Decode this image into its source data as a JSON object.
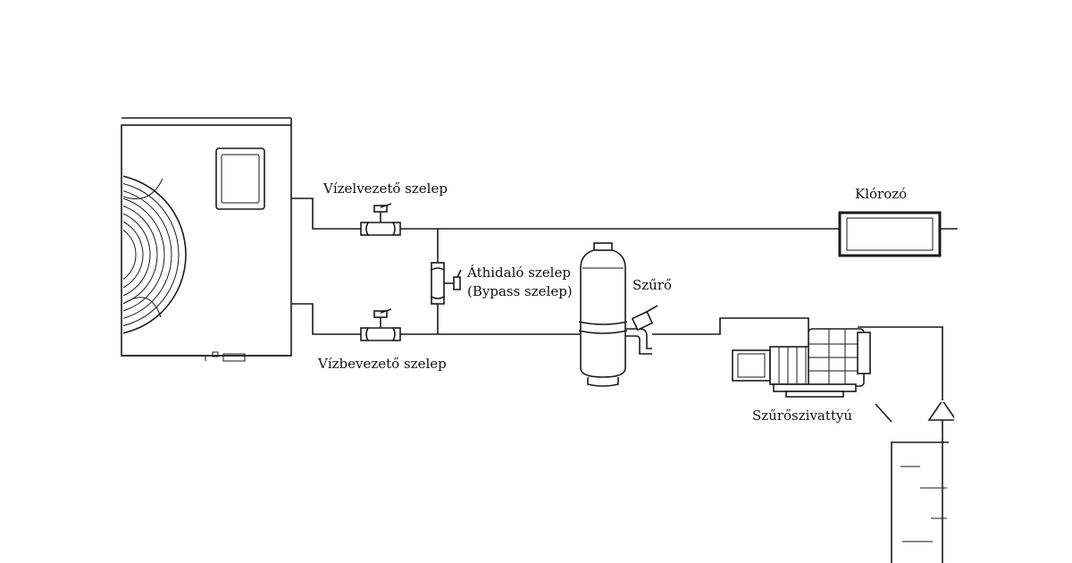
{
  "labels": {
    "outlet_valve": "Vízelvezető szelep",
    "inlet_valve": "Vízbevezető szelep",
    "bypass_valve_line1": "Áthidaló szelep",
    "bypass_valve_line2": "(Bypass szelep)",
    "filter": "Szűrő",
    "chlorinator": "Klórozó",
    "filter_pump": "Szűrőszivattyú"
  }
}
